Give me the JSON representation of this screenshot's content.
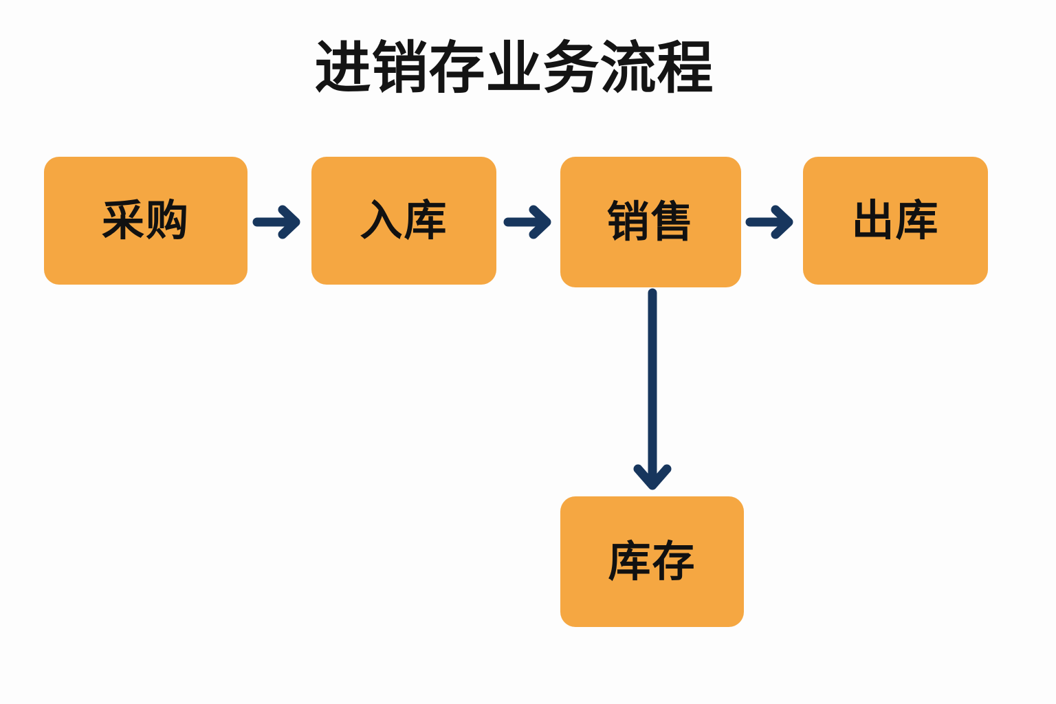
{
  "title": "进销存业务流程",
  "colors": {
    "background": "#fdfdfd",
    "node_fill": "#f5a742",
    "node_text": "#111111",
    "arrow": "#17365d",
    "title_text": "#141414"
  },
  "nodes": [
    {
      "id": "purchase",
      "label": "采购"
    },
    {
      "id": "inbound",
      "label": "入库"
    },
    {
      "id": "sales",
      "label": "销售"
    },
    {
      "id": "outbound",
      "label": "出库"
    },
    {
      "id": "inventory",
      "label": "库存"
    }
  ],
  "connectors": [
    {
      "id": "purchase-inbound",
      "from": "采购",
      "to": "入库",
      "direction": "right",
      "icon": "arrow-right-icon"
    },
    {
      "id": "inbound-sales",
      "from": "入库",
      "to": "销售",
      "direction": "right",
      "icon": "arrow-right-icon"
    },
    {
      "id": "sales-outbound",
      "from": "销售",
      "to": "出库",
      "direction": "right",
      "icon": "arrow-right-icon"
    },
    {
      "id": "sales-inventory",
      "from": "销售",
      "to": "库存",
      "direction": "down",
      "icon": "arrow-down-icon"
    }
  ]
}
